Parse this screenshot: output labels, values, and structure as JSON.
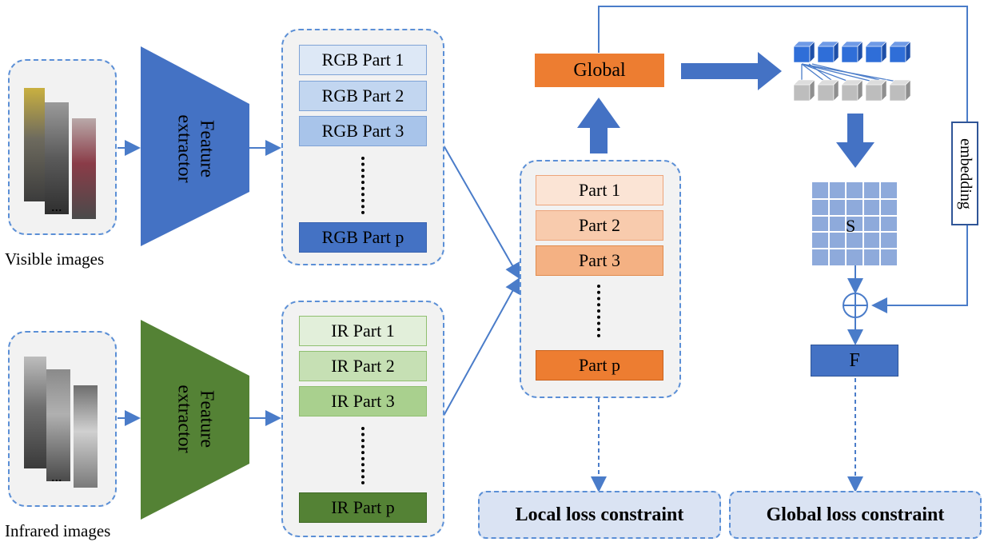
{
  "visible_label": "Visible images",
  "infrared_label": "Infrared images",
  "ellipsis": "...",
  "extractor_line1": "Feature",
  "extractor_line2": "extractor",
  "rgb_parts": [
    "RGB Part 1",
    "RGB Part 2",
    "RGB Part 3",
    "RGB Part p"
  ],
  "ir_parts": [
    "IR Part 1",
    "IR Part 2",
    "IR Part 3",
    "IR Part p"
  ],
  "fused_parts": [
    "Part 1",
    "Part 2",
    "Part 3",
    "Part p"
  ],
  "global_label": "Global",
  "embedding_label": "embedding",
  "similarity_label": "S",
  "fused_feature_label": "F",
  "local_loss": "Local loss constraint",
  "global_loss": "Global loss constraint",
  "colors": {
    "blue": "#4472c4",
    "green": "#548235",
    "orange": "#ed7d31",
    "dash": "#5b8fd6"
  }
}
